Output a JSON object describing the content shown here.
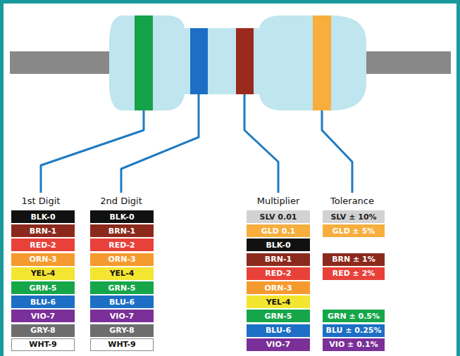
{
  "diagram": {
    "nodes": [
      {
        "text": [
          "BLK-0"
        ]
      },
      {
        "text": [
          "BRN-1"
        ]
      },
      {
        "text": [
          "RED-2"
        ]
      },
      {
        "text": [
          "ORN-3"
        ]
      },
      {
        "text": [
          "YEL-4"
        ]
      },
      {
        "text": [
          "GRN-5"
        ]
      },
      {
        "text": [
          "BLU-6"
        ]
      },
      {
        "text": [
          "VIO-7"
        ]
      },
      {
        "text": [
          "GRY-8"
        ]
      },
      {
        "text": [
          "WHT-9"
        ]
      },
      {
        "text": [
          "BLK-0"
        ]
      },
      {
        "text": [
          "BRN-1"
        ]
      },
      {
        "text": [
          "RED-2"
        ]
      },
      {
        "text": [
          "ORN-3"
        ]
      },
      {
        "text": [
          "YEL-4"
        ]
      },
      {
        "text": [
          "GRN-5"
        ]
      },
      {
        "text": [
          "BLU-6"
        ]
      },
      {
        "text": [
          "VIO-7"
        ]
      },
      {
        "text": [
          "GRY-8"
        ]
      },
      {
        "text": [
          "WHT-9"
        ]
      },
      {
        "text": [
          "SLV 0.01"
        ]
      },
      {
        "text": [
          "GLD 0.1"
        ]
      },
      {
        "text": [
          "BLK-0"
        ]
      },
      {
        "text": [
          "BRN-1"
        ]
      },
      {
        "text": [
          "RED-2"
        ]
      },
      {
        "text": [
          "ORN-3"
        ]
      },
      {
        "text": [
          "YEL-4"
        ]
      },
      {
        "text": [
          "GRN-5"
        ]
      },
      {
        "text": [
          "BLU-6"
        ]
      },
      {
        "text": [
          "VIO-7"
        ]
      },
      {
        "text": [
          "SLV ± 10%"
        ]
      },
      {
        "text": [
          "GLD ± 5%"
        ]
      },
      {
        "text": [
          "BRN ± 1%"
        ]
      },
      {
        "text": [
          "RED ± 2%"
        ]
      },
      {
        "text": [
          "GRN ± 0.5%"
        ]
      },
      {
        "text": [
          "BLU ± 0.25%"
        ]
      },
      {
        "text": [
          "VIO ± 0.1%"
        ]
      }
    ],
    "labels": [
      "1st Digit",
      "2nd Digit",
      "Multiplier",
      "Tolerance"
    ]
  }
}
